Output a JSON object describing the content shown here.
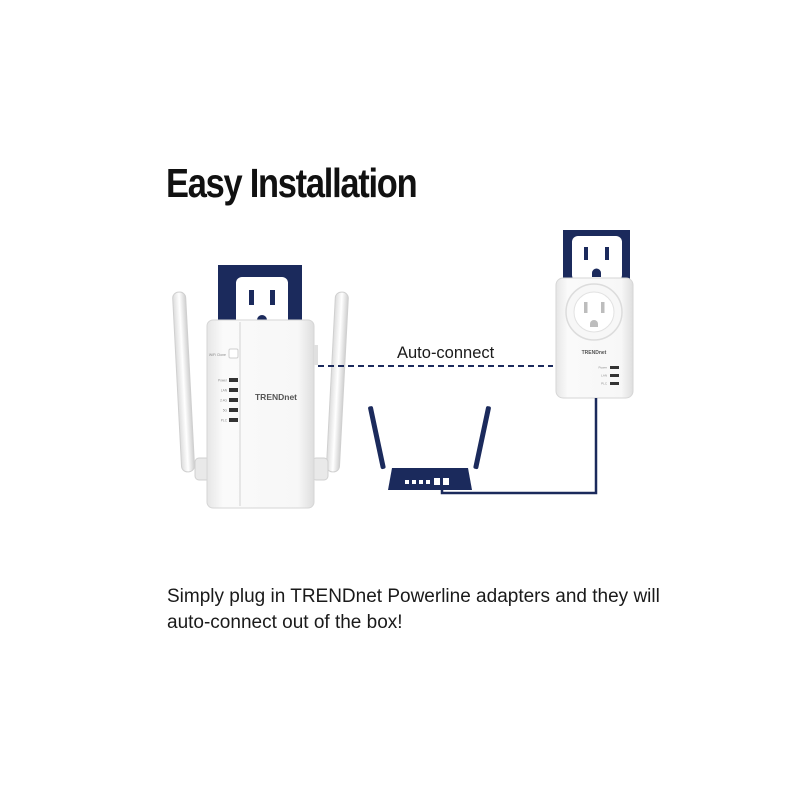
{
  "title": "Easy Installation",
  "link_label": "Auto-connect",
  "caption": {
    "line1": "Simply plug in TRENDnet Powerline adapters and they will",
    "line2": "auto-connect out of the box!"
  },
  "extender": {
    "brand": "TRENDnet",
    "button_label": "WiFi Clone",
    "leds": [
      "Power",
      "LAN",
      "2.4G",
      "5G",
      "PLC"
    ]
  },
  "adapter": {
    "brand": "TRENDnet",
    "leds": [
      "Power",
      "LAN",
      "PLC"
    ]
  },
  "colors": {
    "navy": "#1b2a5c",
    "device_white": "#f4f4f4",
    "outline": "#d9d9d9",
    "text": "#111111"
  }
}
